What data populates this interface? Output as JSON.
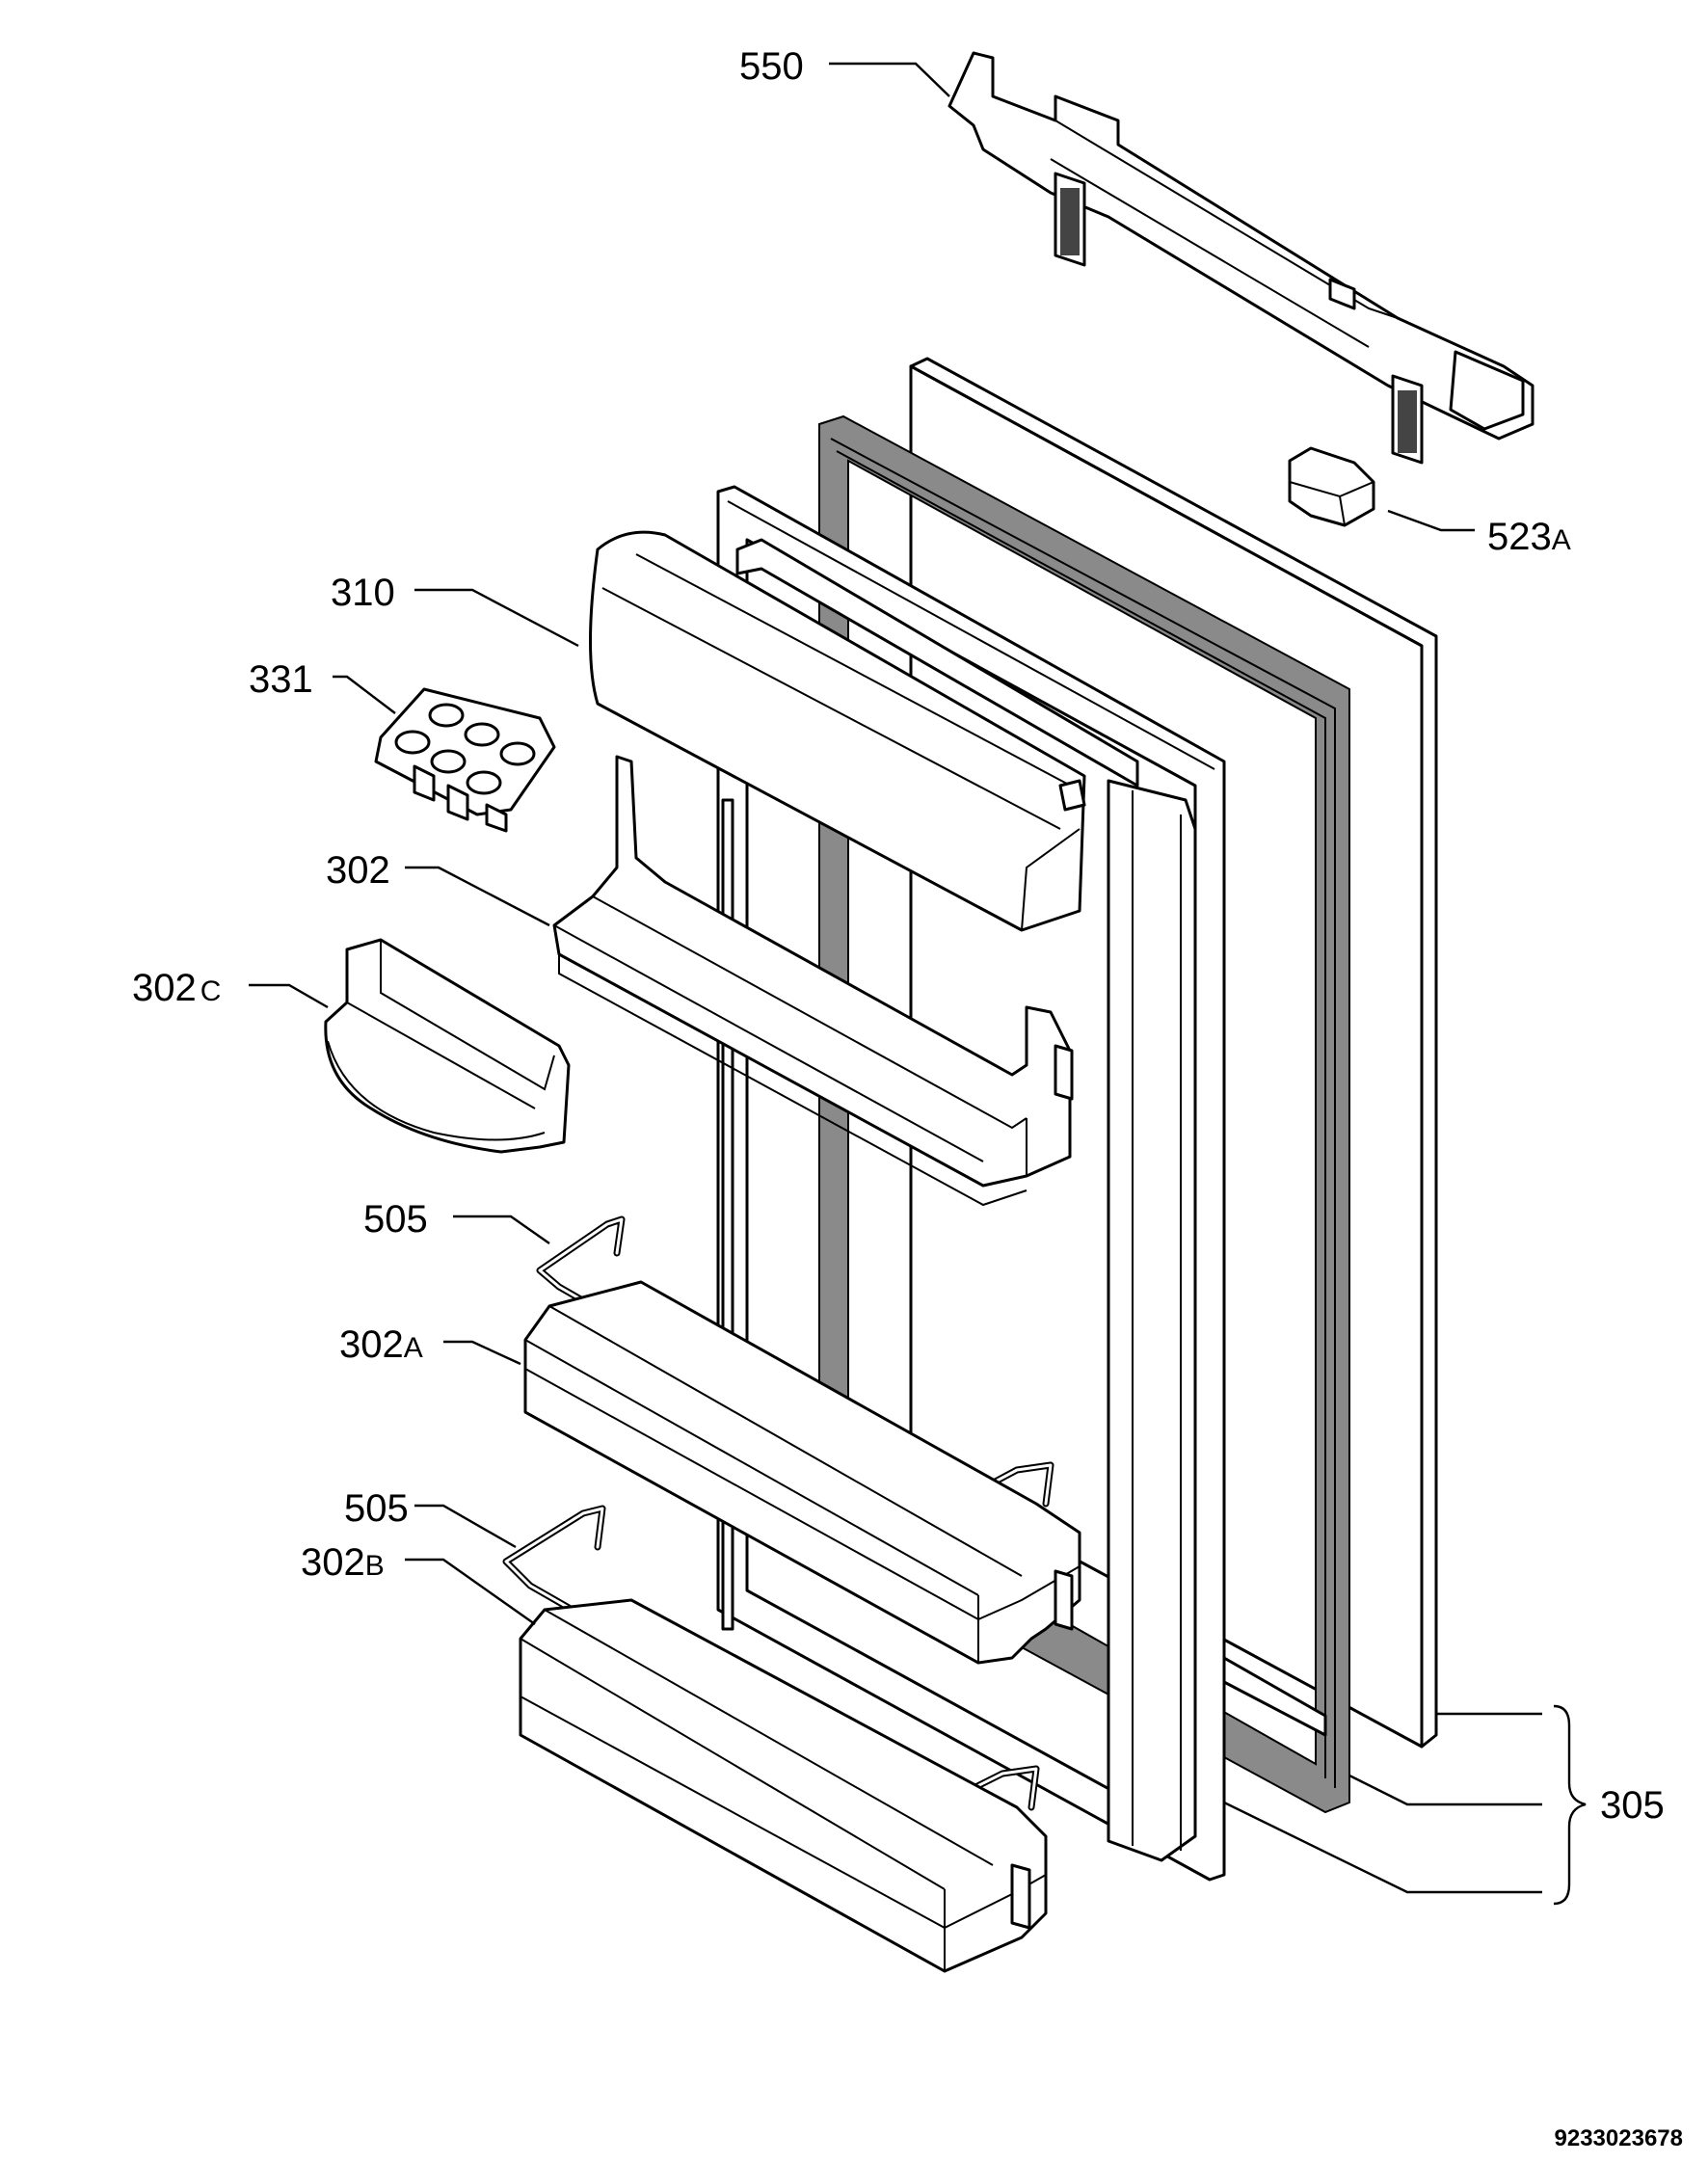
{
  "labels": {
    "p550": "550",
    "p523": "523",
    "p523_suffix": "A",
    "p310": "310",
    "p331": "331",
    "p302": "302",
    "p302c": "302",
    "p302c_suffix": "C",
    "p505_top": "505",
    "p302a": "302",
    "p302a_suffix": "A",
    "p505_bottom": "505",
    "p302b": "302",
    "p302b_suffix": "B",
    "p305": "305"
  },
  "drawing_code": "9233023678"
}
